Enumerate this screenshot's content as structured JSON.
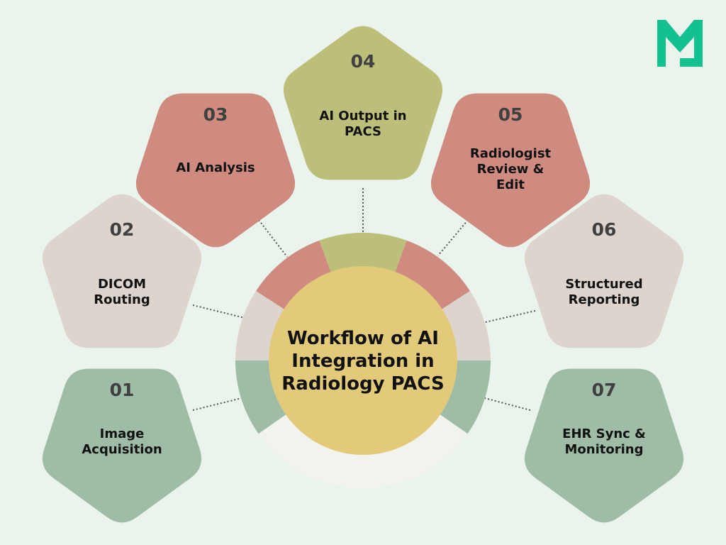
{
  "title": {
    "lines": [
      "Workflow of AI",
      "Integration in",
      "Radiology PACS"
    ]
  },
  "logo": {
    "name": "m-logo-icon",
    "color": "#13c08f"
  },
  "colors": {
    "background": "#eaf4ec",
    "green": "#9ebca6",
    "beige": "#ddd5cd",
    "rose": "#d08b80",
    "olive": "#bcbf7a",
    "center": "#e3ca7a",
    "ring_bottom": "#f2f3ec"
  },
  "steps": [
    {
      "number": "01",
      "lines": [
        "Image",
        "Acquisition"
      ],
      "color": "#9ebca6"
    },
    {
      "number": "02",
      "lines": [
        "DICOM",
        "Routing"
      ],
      "color": "#ddd5cd"
    },
    {
      "number": "03",
      "lines": [
        "AI Analysis"
      ],
      "color": "#d08b80"
    },
    {
      "number": "04",
      "lines": [
        "AI Output in",
        "PACS"
      ],
      "color": "#bcbf7a"
    },
    {
      "number": "05",
      "lines": [
        "Radiologist",
        "Review &",
        "Edit"
      ],
      "color": "#d08b80"
    },
    {
      "number": "06",
      "lines": [
        "Structured",
        "Reporting"
      ],
      "color": "#ddd5cd"
    },
    {
      "number": "07",
      "lines": [
        "EHR Sync &",
        "Monitoring"
      ],
      "color": "#9ebca6"
    }
  ]
}
